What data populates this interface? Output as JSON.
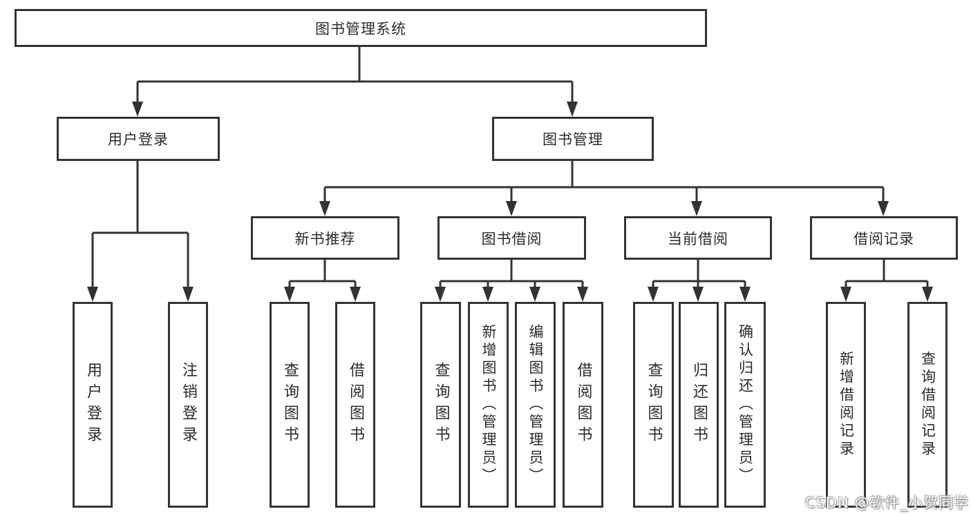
{
  "nodes": {
    "root": "图书管理系统",
    "user_login": "用户登录",
    "book_mgmt": "图书管理",
    "new_books": "新书推荐",
    "book_borrow": "图书借阅",
    "current_borrow": "当前借阅",
    "borrow_records": "借阅记录"
  },
  "leaves": {
    "user_login": [
      "用户登录",
      "注销登录"
    ],
    "new_books": [
      "查询图书",
      "借阅图书"
    ],
    "book_borrow": [
      "查询图书",
      "新增图书（管理员）",
      "编辑图书（管理员）",
      "借阅图书"
    ],
    "current_borrow": [
      "查询图书",
      "归还图书",
      "确认归还（管理员）"
    ],
    "borrow_records": [
      "新增借阅记录",
      "查询借阅记录"
    ]
  },
  "watermark": "CSDN @软件_小贺同学",
  "colors": {
    "line": "#333333",
    "box_border": "#333333",
    "text": "#2b2b2b",
    "background": "#ffffff",
    "watermark": "#ffffff"
  }
}
